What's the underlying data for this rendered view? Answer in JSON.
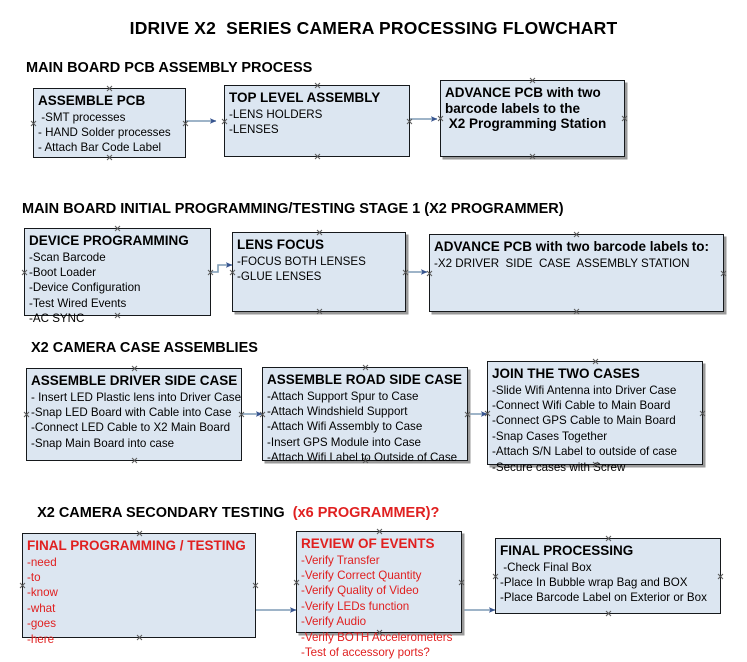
{
  "document": {
    "title": "IDRIVE X2  SERIES CAMERA PROCESSING FLOWCHART"
  },
  "colors": {
    "node_fill": "#dce6f1",
    "node_border": "#16191c",
    "connector": "#7f9cb5",
    "arrowhead": "#36538f",
    "accent_red": "#e02020",
    "text": "#000000",
    "page_background": "#ffffff"
  },
  "sections": [
    {
      "id": "main-board-pcb-assembly-process",
      "heading": "MAIN BOARD PCB ASSEMBLY PROCESS",
      "heading_accent": "",
      "nodes": [
        {
          "id": "assemble-pcb",
          "title": "ASSEMBLE PCB",
          "title_color": "black",
          "lines": [
            " -SMT processes",
            "- HAND Solder processes",
            "- Attach Bar Code Label"
          ]
        },
        {
          "id": "top-level-assembly",
          "title": "TOP LEVEL ASSEMBLY",
          "title_color": "black",
          "lines": [
            "-LENS HOLDERS",
            "-LENSES"
          ]
        },
        {
          "id": "advance-pcb-to-programming-station",
          "title": "ADVANCE PCB with two\nbarcode labels to the\n X2 Programming Station",
          "title_color": "black",
          "lines": []
        }
      ]
    },
    {
      "id": "main-board-initial-programming",
      "heading": "MAIN BOARD INITIAL PROGRAMMING/TESTING STAGE 1 (X2 PROGRAMMER)",
      "heading_accent": "",
      "nodes": [
        {
          "id": "device-programming",
          "title": "DEVICE PROGRAMMING",
          "title_color": "black",
          "lines": [
            "-Scan Barcode",
            "-Boot Loader",
            "-Device Configuration",
            "-Test Wired Events",
            "-AC SYNC"
          ]
        },
        {
          "id": "lens-focus",
          "title": "LENS FOCUS",
          "title_color": "black",
          "lines": [
            "-FOCUS BOTH LENSES",
            "-GLUE LENSES"
          ]
        },
        {
          "id": "advance-pcb-to-driver-side-case",
          "title": "ADVANCE PCB with two barcode labels to:",
          "title_color": "black",
          "lines": [
            "-X2 DRIVER  SIDE  CASE  ASSEMBLY STATION"
          ]
        }
      ]
    },
    {
      "id": "x2-camera-case-assemblies",
      "heading": "X2 CAMERA CASE ASSEMBLIES",
      "heading_accent": "",
      "nodes": [
        {
          "id": "assemble-driver-side-case",
          "title": "ASSEMBLE DRIVER SIDE CASE",
          "title_color": "black",
          "lines": [
            "- Insert LED Plastic lens into Driver Case",
            "-Snap LED Board with Cable into Case",
            "-Connect LED Cable to X2 Main Board",
            "-Snap Main Board into case"
          ]
        },
        {
          "id": "assemble-road-side-case",
          "title": "ASSEMBLE ROAD SIDE CASE",
          "title_color": "black",
          "lines": [
            "-Attach Support Spur to Case",
            "-Attach Windshield Support",
            "-Attach Wifi Assembly to Case",
            "-Insert GPS Module into Case",
            "-Attach Wifi Label to Outside of Case"
          ]
        },
        {
          "id": "join-the-two-cases",
          "title": "JOIN THE TWO CASES",
          "title_color": "black",
          "lines": [
            "-Slide Wifi Antenna into Driver Case",
            "-Connect Wifi Cable to Main Board",
            "-Connect GPS Cable to Main Board",
            "-Snap Cases Together",
            "-Attach S/N Label to outside of case",
            "-Secure cases with Screw"
          ]
        }
      ]
    },
    {
      "id": "x2-camera-secondary-testing",
      "heading": "X2 CAMERA SECONDARY TESTING  ",
      "heading_accent": "(x6 PROGRAMMER)?",
      "nodes": [
        {
          "id": "final-programming-testing",
          "title": "FINAL PROGRAMMING / TESTING",
          "title_color": "red",
          "lines": [
            "-need",
            "-to",
            "-know",
            "-what",
            "-goes",
            "-here"
          ]
        },
        {
          "id": "review-of-events",
          "title": "REVIEW OF EVENTS",
          "title_color": "red",
          "lines": [
            "-Verify Transfer",
            "-Verify Correct Quantity",
            "-Verify Quality of Video",
            "-Verify LEDs function",
            "-Verify Audio",
            "-Verify BOTH Accelerometers",
            "-Test of accessory ports?"
          ]
        },
        {
          "id": "final-processing",
          "title": "FINAL PROCESSING",
          "title_color": "black",
          "lines": [
            " -Check Final Box",
            "-Place In Bubble wrap Bag and BOX",
            "-Place Barcode Label on Exterior or Box"
          ]
        }
      ]
    }
  ],
  "connectors": [
    {
      "id": "assemble-pcb-to-top-level-assembly",
      "label": ""
    },
    {
      "id": "top-level-assembly-to-advance-pcb",
      "label": ""
    },
    {
      "id": "device-programming-to-lens-focus",
      "label": ""
    },
    {
      "id": "lens-focus-to-advance-pcb",
      "label": ""
    },
    {
      "id": "driver-case-to-road-case",
      "label": ""
    },
    {
      "id": "road-case-to-join-cases",
      "label": ""
    },
    {
      "id": "final-programming-to-review-of-events",
      "label": ""
    },
    {
      "id": "review-of-events-to-final-processing",
      "label": ""
    }
  ]
}
